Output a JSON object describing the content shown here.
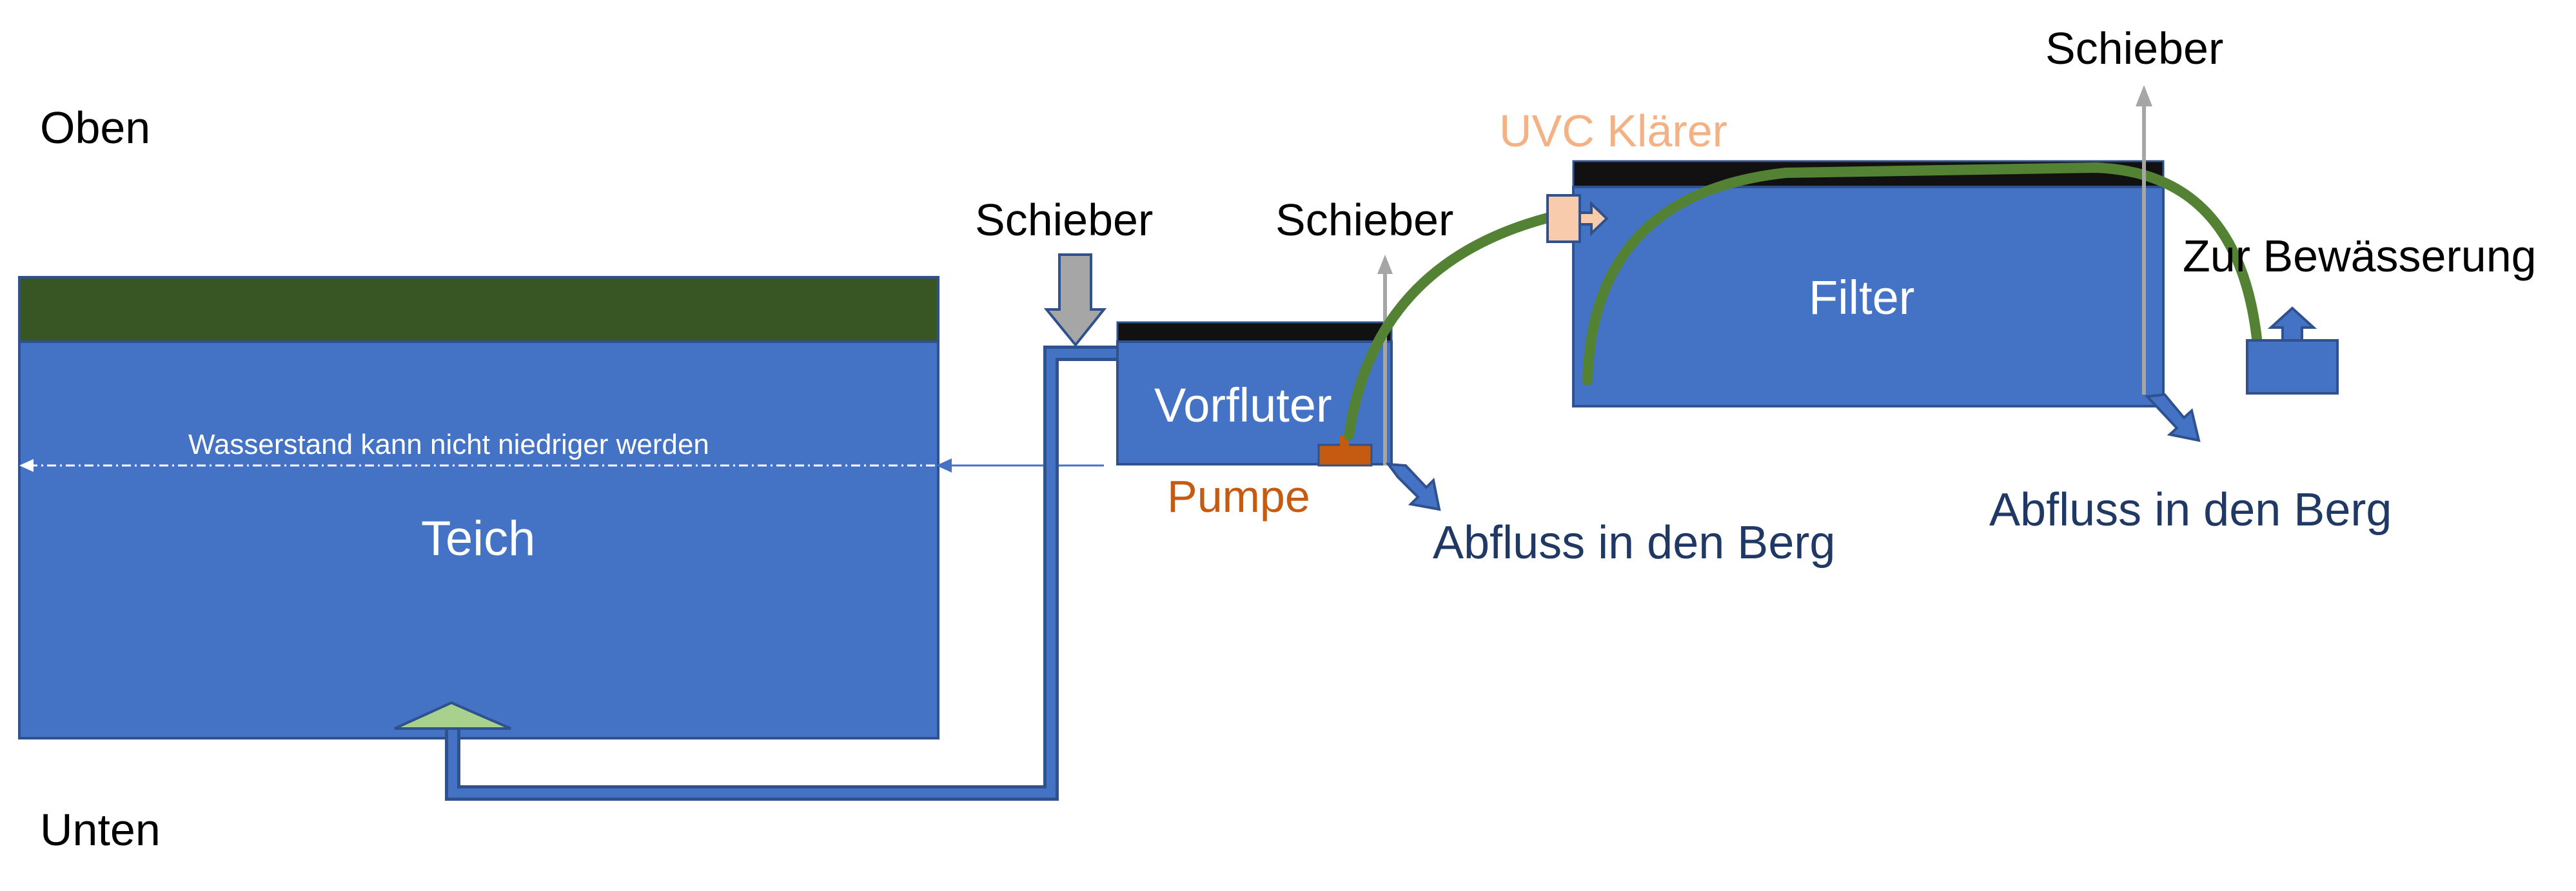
{
  "labels": {
    "oben": "Oben",
    "unten": "Unten",
    "teich": "Teich",
    "wasserstand": "Wasserstand kann nicht niedriger werden",
    "vorfluter": "Vorfluter",
    "pumpe": "Pumpe",
    "schieber_1": "Schieber",
    "schieber_2": "Schieber",
    "schieber_3": "Schieber",
    "uvc": "UVC Klärer",
    "filter": "Filter",
    "bewaesserung": "Zur Bewässerung",
    "abfluss_1": "Abfluss in den Berg",
    "abfluss_2": "Abfluss in den Berg"
  },
  "colors": {
    "water": "#4472c4",
    "water_outline": "#2f528f",
    "algae": "#375623",
    "hose": "#548235",
    "lid": "#111111",
    "pump": "#c55a11",
    "uvc": "#f8cbad",
    "inlet": "#a9d18e",
    "gate": "#a6a6a6",
    "navy_text": "#1f3864"
  }
}
